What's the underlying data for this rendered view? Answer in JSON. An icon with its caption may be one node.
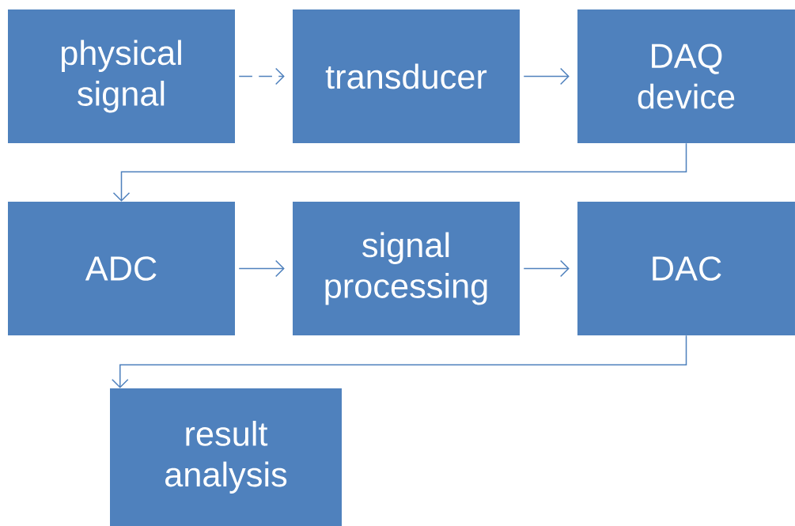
{
  "diagram": {
    "nodes": [
      {
        "text": [
          "physical signal"
        ]
      },
      {
        "text": [
          "transducer"
        ]
      },
      {
        "text": [
          "DAQ device"
        ]
      },
      {
        "text": [
          "ADC"
        ]
      },
      {
        "text": [
          "signal processing"
        ]
      },
      {
        "text": [
          "DAC"
        ]
      },
      {
        "text": [
          "result analysis"
        ]
      }
    ],
    "edges": [
      {
        "from": 0,
        "to": 1,
        "arrow": "to",
        "style": "dashed"
      },
      {
        "from": 1,
        "to": 2,
        "arrow": "to"
      },
      {
        "from": 2,
        "to": 3,
        "arrow": "to"
      },
      {
        "from": 3,
        "to": 4,
        "arrow": "to"
      },
      {
        "from": 4,
        "to": 5,
        "arrow": "to"
      },
      {
        "from": 5,
        "to": 6,
        "arrow": "to"
      }
    ]
  }
}
